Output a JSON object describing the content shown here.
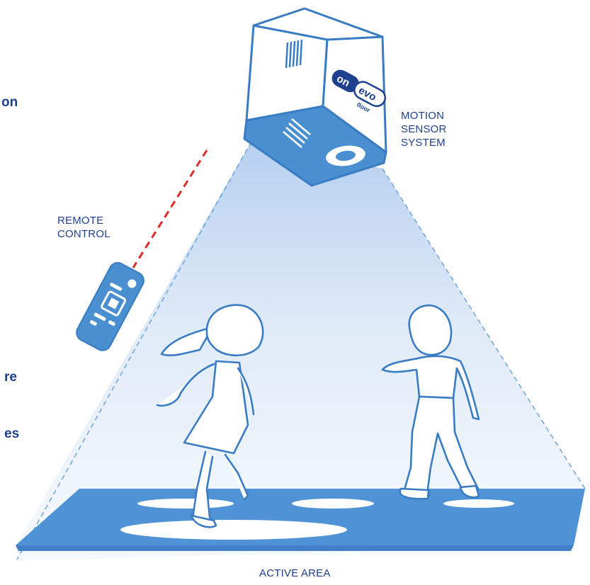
{
  "labels": {
    "motion_sensor": [
      "MOTION",
      "SENSOR",
      "SYSTEM"
    ],
    "remote_control": [
      "REMOTE",
      "CONTROL"
    ],
    "active_area": "ACTIVE AREA"
  },
  "logo": {
    "line1": "on",
    "line2": "evo",
    "sub": "floor"
  },
  "cut_off_text": [
    "on",
    "re",
    "es"
  ],
  "colors": {
    "primary_blue": "#4a90d0",
    "outline_blue": "#3a7cc4",
    "label_blue": "#1f3f8f",
    "beam_light": "#eaf2fb",
    "laser_red": "#e02b2b"
  }
}
